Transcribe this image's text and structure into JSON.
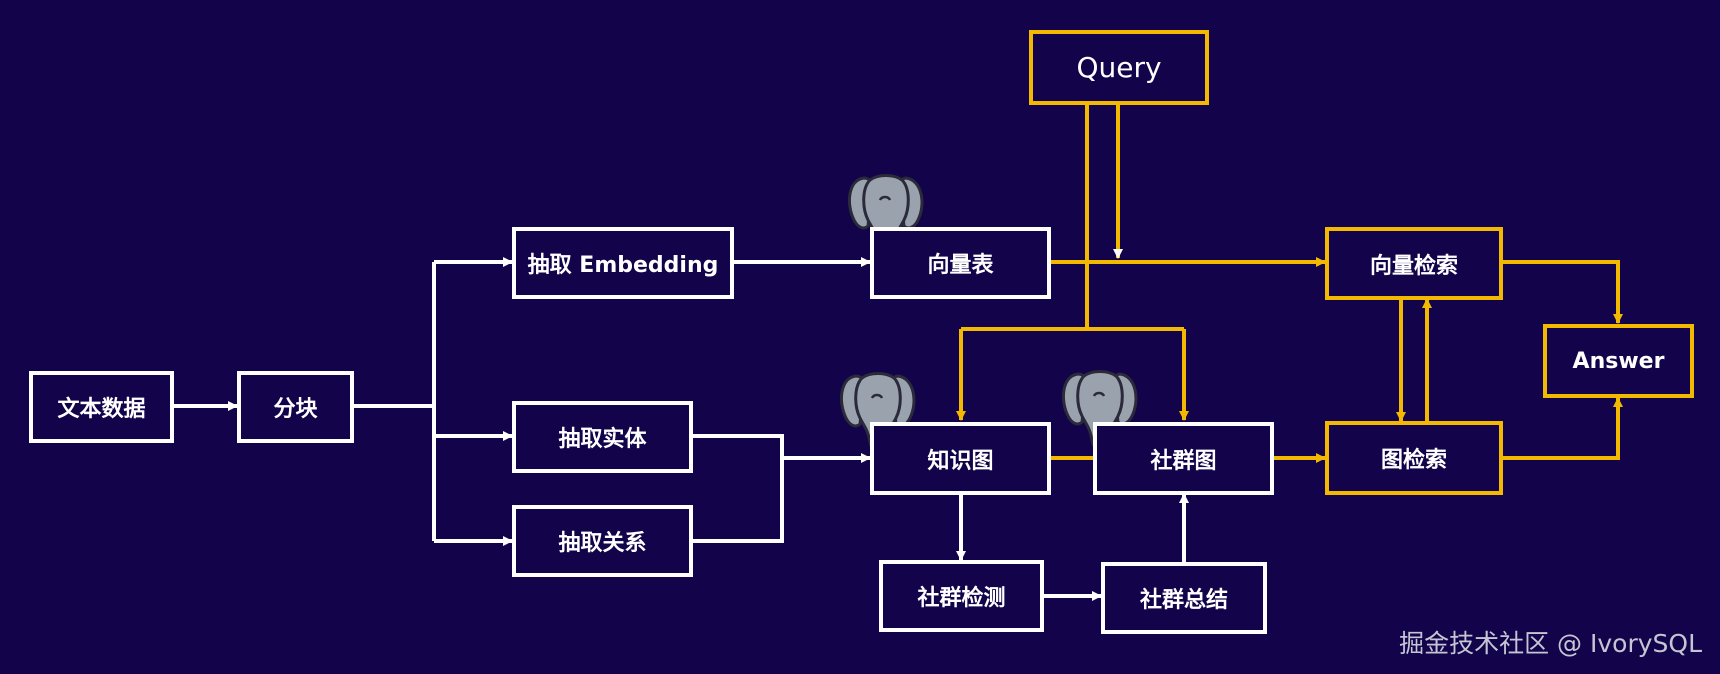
{
  "nodes": {
    "text_data": "文本数据",
    "chunk": "分块",
    "extract_embedding": "抽取 Embedding",
    "extract_entity": "抽取实体",
    "extract_relation": "抽取关系",
    "vector_table": "向量表",
    "knowledge_graph": "知识图",
    "community_graph": "社群图",
    "community_detection": "社群检测",
    "community_summary": "社群总结",
    "query": "Query",
    "vector_search": "向量检索",
    "graph_search": "图检索",
    "answer": "Answer"
  },
  "colors": {
    "background": "#12034a",
    "white_line": "#ffffff",
    "gold_line": "#f3b800",
    "elephant": "#9aa2ae"
  },
  "icons": [
    "postgresql-elephant-icon"
  ],
  "watermark": "掘金技术社区 @ IvorySQL"
}
